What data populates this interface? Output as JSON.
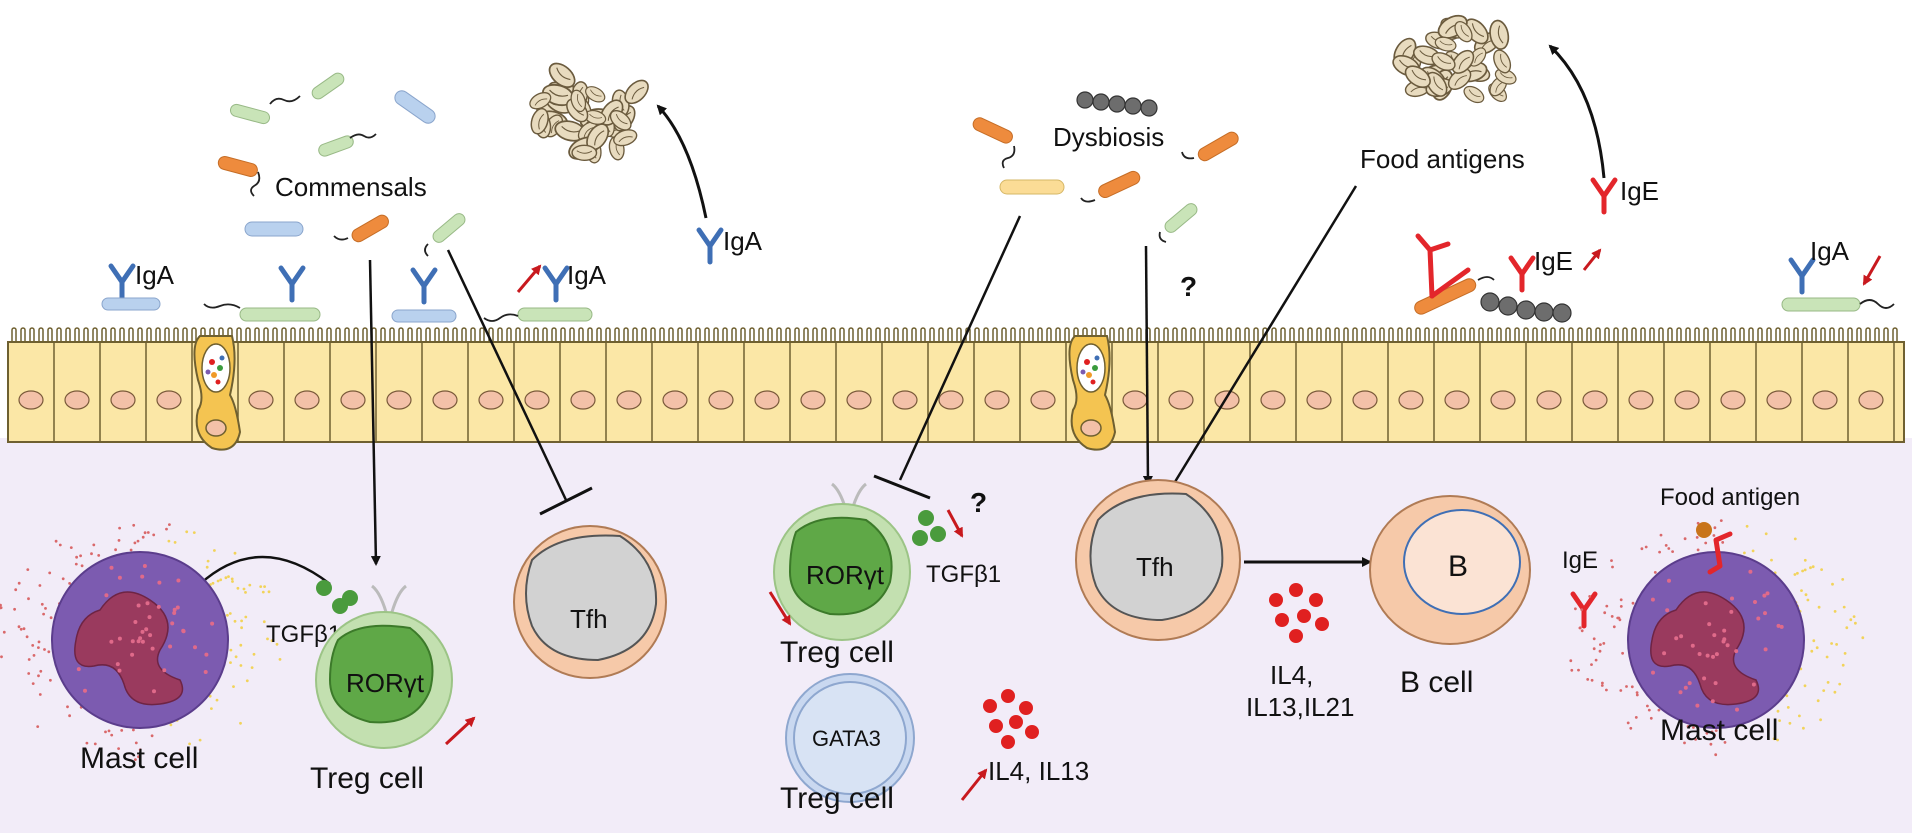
{
  "labels": {
    "commensals": "Commensals",
    "dysbiosis": "Dysbiosis",
    "food_antigens": "Food antigens",
    "food_antigen": "Food antigen",
    "iga": "IgA",
    "ige": "IgE",
    "tgfb1": "TGFβ1",
    "rorgt": "RORγt",
    "gata3": "GATA3",
    "tfh": "Tfh",
    "b": "B",
    "treg_cell": "Treg cell",
    "mast_cell": "Mast cell",
    "b_cell": "B cell",
    "il4_il13": "IL4, IL13",
    "il4_line1": "IL4,",
    "il4_line2": "IL13,IL21",
    "question": "?"
  },
  "colors": {
    "background": "#f2ecf8",
    "epithelium": "#fbe7a6",
    "epithelium_stroke": "#6f6030",
    "nucleus": "#f3c1a8",
    "antibody_blue": "#3f6fb5",
    "antibody_red": "#e3262b",
    "arrow_red": "#c8191e",
    "treg_green": "#a9d58f",
    "treg_inner": "#5fa847",
    "tfh_outer": "#f6c9a9",
    "tfh_inner": "#cfcfcf",
    "gata3": "#c9d8f0",
    "mast": "#7c5bb0",
    "mast_nucleus": "#9a3a5e",
    "cytokine": "#e02020",
    "tgf": "#4a9b3d",
    "food": "#e7d9bd"
  },
  "icons": [
    "antibody-icon",
    "bacterium-icon",
    "food-particles-icon",
    "up-arrow-icon",
    "down-arrow-icon",
    "inhibition-arrow-icon"
  ]
}
